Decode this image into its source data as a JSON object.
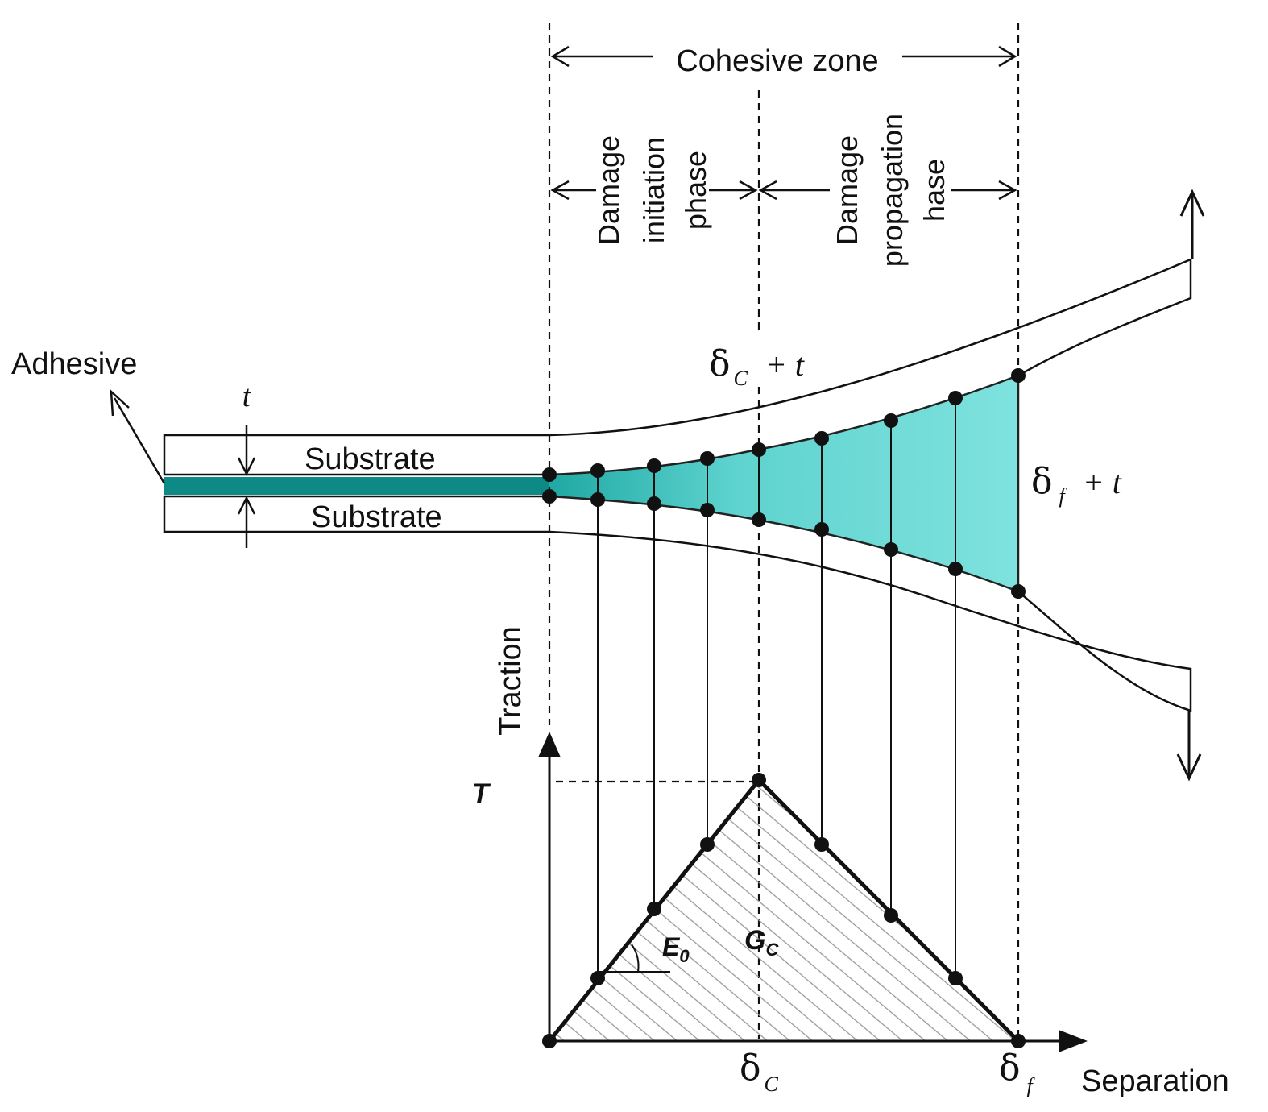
{
  "labels": {
    "cohesive_zone": "Cohesive zone",
    "damage_initiation": [
      "Damage",
      "initiation",
      "phase"
    ],
    "damage_propagation": [
      "Damage",
      "propagation",
      "hase"
    ],
    "adhesive": "Adhesive",
    "thickness": "t",
    "substrate_top": "Substrate",
    "substrate_bottom": "Substrate",
    "delta_c_plus_t": {
      "symbol": "δ",
      "sub": "C",
      "suffix": "+ t"
    },
    "delta_f_plus_t": {
      "symbol": "δ",
      "sub": "f",
      "suffix": "+ t"
    },
    "traction_axis": "Traction",
    "separation_axis": "Separation",
    "peak_traction": "T",
    "stiffness": {
      "main": "E",
      "sub": "0"
    },
    "fracture_energy": {
      "main": "G",
      "sub": "C"
    },
    "delta_c": {
      "symbol": "δ",
      "sub": "C"
    },
    "delta_f": {
      "symbol": "δ",
      "sub": "f"
    }
  },
  "colors": {
    "adhesive_fill": "#0e8a86",
    "cohesive_fill": "#72ddd9",
    "line": "#111111",
    "hatch": "#9a9a9a"
  }
}
